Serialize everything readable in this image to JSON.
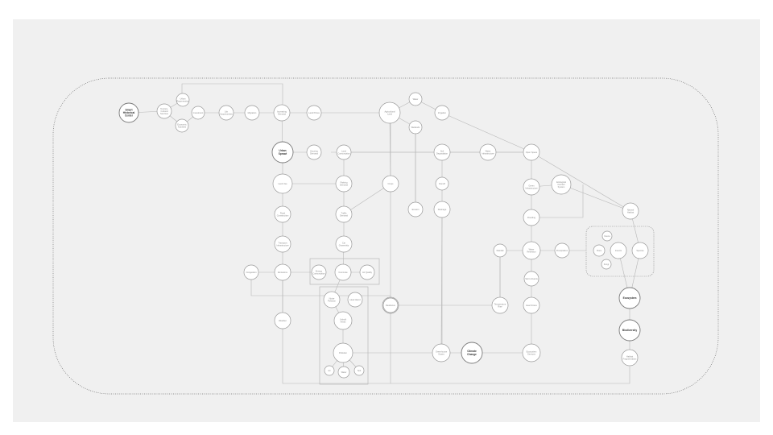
{
  "diagram": {
    "nodes": [
      {
        "id": "sms",
        "label": "Smart Historical Center",
        "bold": true
      },
      {
        "id": "tourism",
        "label": "Tourism, Cultural Services"
      },
      {
        "id": "urbanreg",
        "label": "Urban Regeneration"
      },
      {
        "id": "economic",
        "label": "Economic Activities"
      },
      {
        "id": "invest",
        "label": "Investment"
      },
      {
        "id": "jobs",
        "label": "Job Opportunities"
      },
      {
        "id": "migration",
        "label": "Migration"
      },
      {
        "id": "housing",
        "label": "Increasing Demand"
      },
      {
        "id": "landprice",
        "label": "Land Prices"
      },
      {
        "id": "urbansprawl",
        "label": "Urban Sprawl",
        "bold": true
      },
      {
        "id": "housingdemand",
        "label": "Housing Demand"
      },
      {
        "id": "landuse",
        "label": "Land Use"
      },
      {
        "id": "landlost",
        "label": "Land Consumption"
      },
      {
        "id": "parking",
        "label": "Parking Demand"
      },
      {
        "id": "roads",
        "label": "Road Construction"
      },
      {
        "id": "traffic",
        "label": "Traffic Demand"
      },
      {
        "id": "transport",
        "label": "Transport Infrastructure"
      },
      {
        "id": "mobility",
        "label": "Car Ownership"
      },
      {
        "id": "congestion",
        "label": "Congestion"
      },
      {
        "id": "emissions",
        "label": "Emissions"
      },
      {
        "id": "energy",
        "label": "Energy Consumption"
      },
      {
        "id": "commute",
        "label": "Commute"
      },
      {
        "id": "airquality",
        "label": "Air Quality"
      },
      {
        "id": "noise",
        "label": "Noise Pollution"
      },
      {
        "id": "heat",
        "label": "Heat Island"
      },
      {
        "id": "unbuilt",
        "label": "Unbuilt Areas"
      },
      {
        "id": "pollution",
        "label": "Pollution"
      },
      {
        "id": "p1",
        "label": "Air"
      },
      {
        "id": "p2",
        "label": "Water"
      },
      {
        "id": "p3",
        "label": "Soil"
      },
      {
        "id": "agri",
        "label": "Agricultural Land"
      },
      {
        "id": "water",
        "label": "Water"
      },
      {
        "id": "irrigation",
        "label": "Irrigation"
      },
      {
        "id": "wetlands",
        "label": "Wetlands"
      },
      {
        "id": "crops",
        "label": "Crops"
      },
      {
        "id": "soil",
        "label": "Soil Degradation"
      },
      {
        "id": "runoff",
        "label": "Runoff"
      },
      {
        "id": "landslide",
        "label": "Erosion"
      },
      {
        "id": "drain",
        "label": "Drainage"
      },
      {
        "id": "waterinfra",
        "label": "Water Infrastructure"
      },
      {
        "id": "surface",
        "label": "Surface Runoff"
      },
      {
        "id": "greenhouse",
        "label": "Greenhouse Gases"
      },
      {
        "id": "climate",
        "label": "Climate Change",
        "bold": true
      },
      {
        "id": "infra",
        "label": "Ecosystem Services"
      },
      {
        "id": "openspace",
        "label": "Open Space"
      },
      {
        "id": "green",
        "label": "Green Infrastructure"
      },
      {
        "id": "habitat",
        "label": "Ecological Corridor System"
      },
      {
        "id": "flooding",
        "label": "Flooding"
      },
      {
        "id": "waterrun",
        "label": "Water Retention"
      },
      {
        "id": "rain",
        "label": "Rainfall"
      },
      {
        "id": "rainfall",
        "label": "Precipitation"
      },
      {
        "id": "storm",
        "label": "Storm Events"
      },
      {
        "id": "temperature",
        "label": "Temperature Rise"
      },
      {
        "id": "heatwave",
        "label": "Heat Stress"
      },
      {
        "id": "natural",
        "label": "Natural Habitat"
      },
      {
        "id": "fauna",
        "label": "Fauna"
      },
      {
        "id": "flora",
        "label": "Flora"
      },
      {
        "id": "soilbio",
        "label": "Fungi"
      },
      {
        "id": "ins",
        "label": "Insects"
      },
      {
        "id": "species",
        "label": "Species"
      },
      {
        "id": "ecosystem",
        "label": "Ecosystem",
        "bold": true
      },
      {
        "id": "biodiversity",
        "label": "Biodiversity",
        "bold": true
      },
      {
        "id": "loss",
        "label": "Habitat Fragmentation"
      },
      {
        "id": "weather",
        "label": "Weather"
      },
      {
        "id": "rk",
        "label": "Resilience"
      }
    ]
  }
}
